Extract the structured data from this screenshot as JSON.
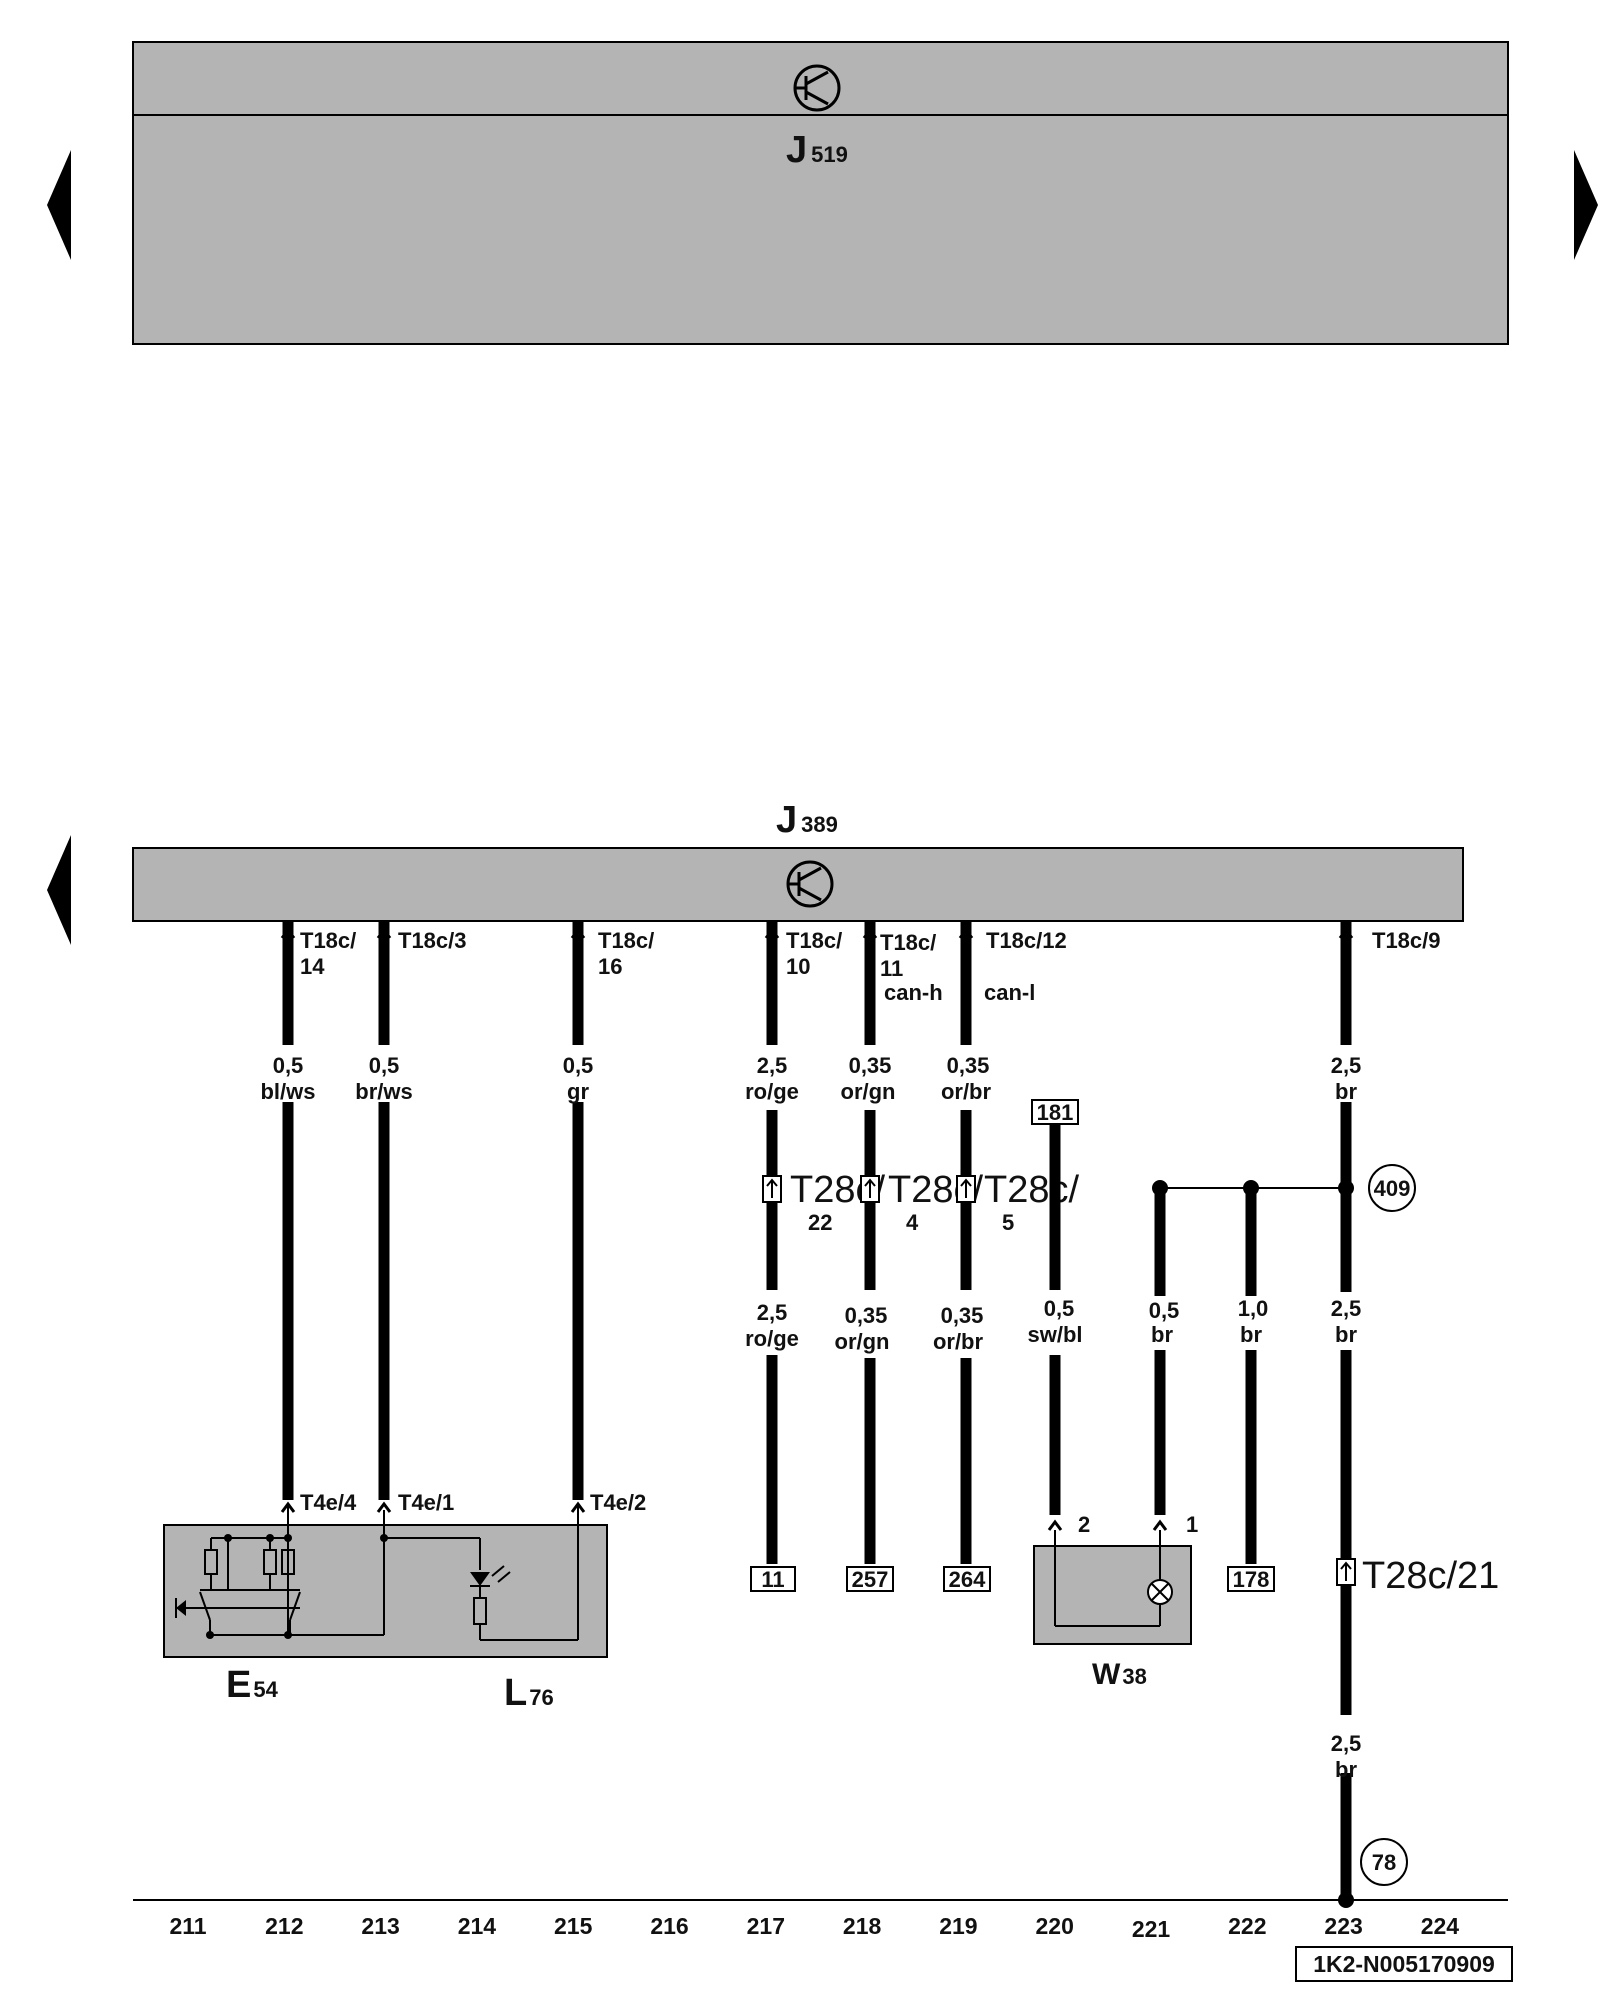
{
  "top_module": {
    "label": "J",
    "sub": "519"
  },
  "main_module": {
    "label": "J",
    "sub": "389"
  },
  "components": {
    "E54": {
      "label": "E",
      "sub": "54"
    },
    "L76": {
      "label": "L",
      "sub": "76"
    },
    "W38": {
      "label": "W",
      "sub": "38"
    }
  },
  "wires": [
    {
      "id": "w212",
      "pin_l1": "T18c/",
      "pin_l2": "14",
      "extra": "",
      "size": "0,5",
      "color": "bl/ws",
      "end_pin": "T4e/4"
    },
    {
      "id": "w213",
      "pin_l1": "T18c/3",
      "pin_l2": "",
      "extra": "",
      "size": "0,5",
      "color": "br/ws",
      "end_pin": "T4e/1"
    },
    {
      "id": "w215",
      "pin_l1": "T18c/",
      "pin_l2": "16",
      "extra": "",
      "size": "0,5",
      "color": "gr",
      "end_pin": "T4e/2"
    },
    {
      "id": "w217",
      "pin_l1": "T18c/",
      "pin_l2": "10",
      "extra": "",
      "size": "2,5",
      "color": "ro/ge",
      "conn_a": "T28c/",
      "conn_b": "22",
      "size2": "2,5",
      "color2": "ro/ge",
      "ref": "11"
    },
    {
      "id": "w218",
      "pin_l1": "T18c/",
      "pin_l2": "11",
      "extra": "can-h",
      "size": "0,35",
      "color": "or/gn",
      "conn_a": "T28c/",
      "conn_b": "4",
      "size2": "0,35",
      "color2": "or/gn",
      "ref": "257"
    },
    {
      "id": "w219",
      "pin_l1": "T18c/12",
      "pin_l2": "",
      "extra": "can-l",
      "size": "0,35",
      "color": "or/br",
      "conn_a": "T28c/",
      "conn_b": "5",
      "size2": "0,35",
      "color2": "or/br",
      "ref": "264"
    },
    {
      "id": "w223",
      "pin_l1": "T18c/9",
      "pin_l2": "",
      "extra": "",
      "size": "2,5",
      "color": "br",
      "size2": "2,5",
      "color2": "br",
      "conn": "T28c/21",
      "size3": "2,5",
      "color3": "br"
    }
  ],
  "w220": {
    "ref": "181",
    "size": "0,5",
    "color": "sw/bl",
    "pin": "2"
  },
  "w221": {
    "size": "0,5",
    "color": "br",
    "pin": "1"
  },
  "w222": {
    "size": "1,0",
    "color": "br",
    "ref": "178"
  },
  "ground_points": {
    "upper": "409",
    "lower": "78"
  },
  "columns": [
    "211",
    "212",
    "213",
    "214",
    "215",
    "216",
    "217",
    "218",
    "219",
    "220",
    "221",
    "222",
    "223",
    "224"
  ],
  "doc_id": "1K2-N005170909",
  "colors": {
    "module_fill": "#b4b4b4",
    "line": "#000000"
  }
}
